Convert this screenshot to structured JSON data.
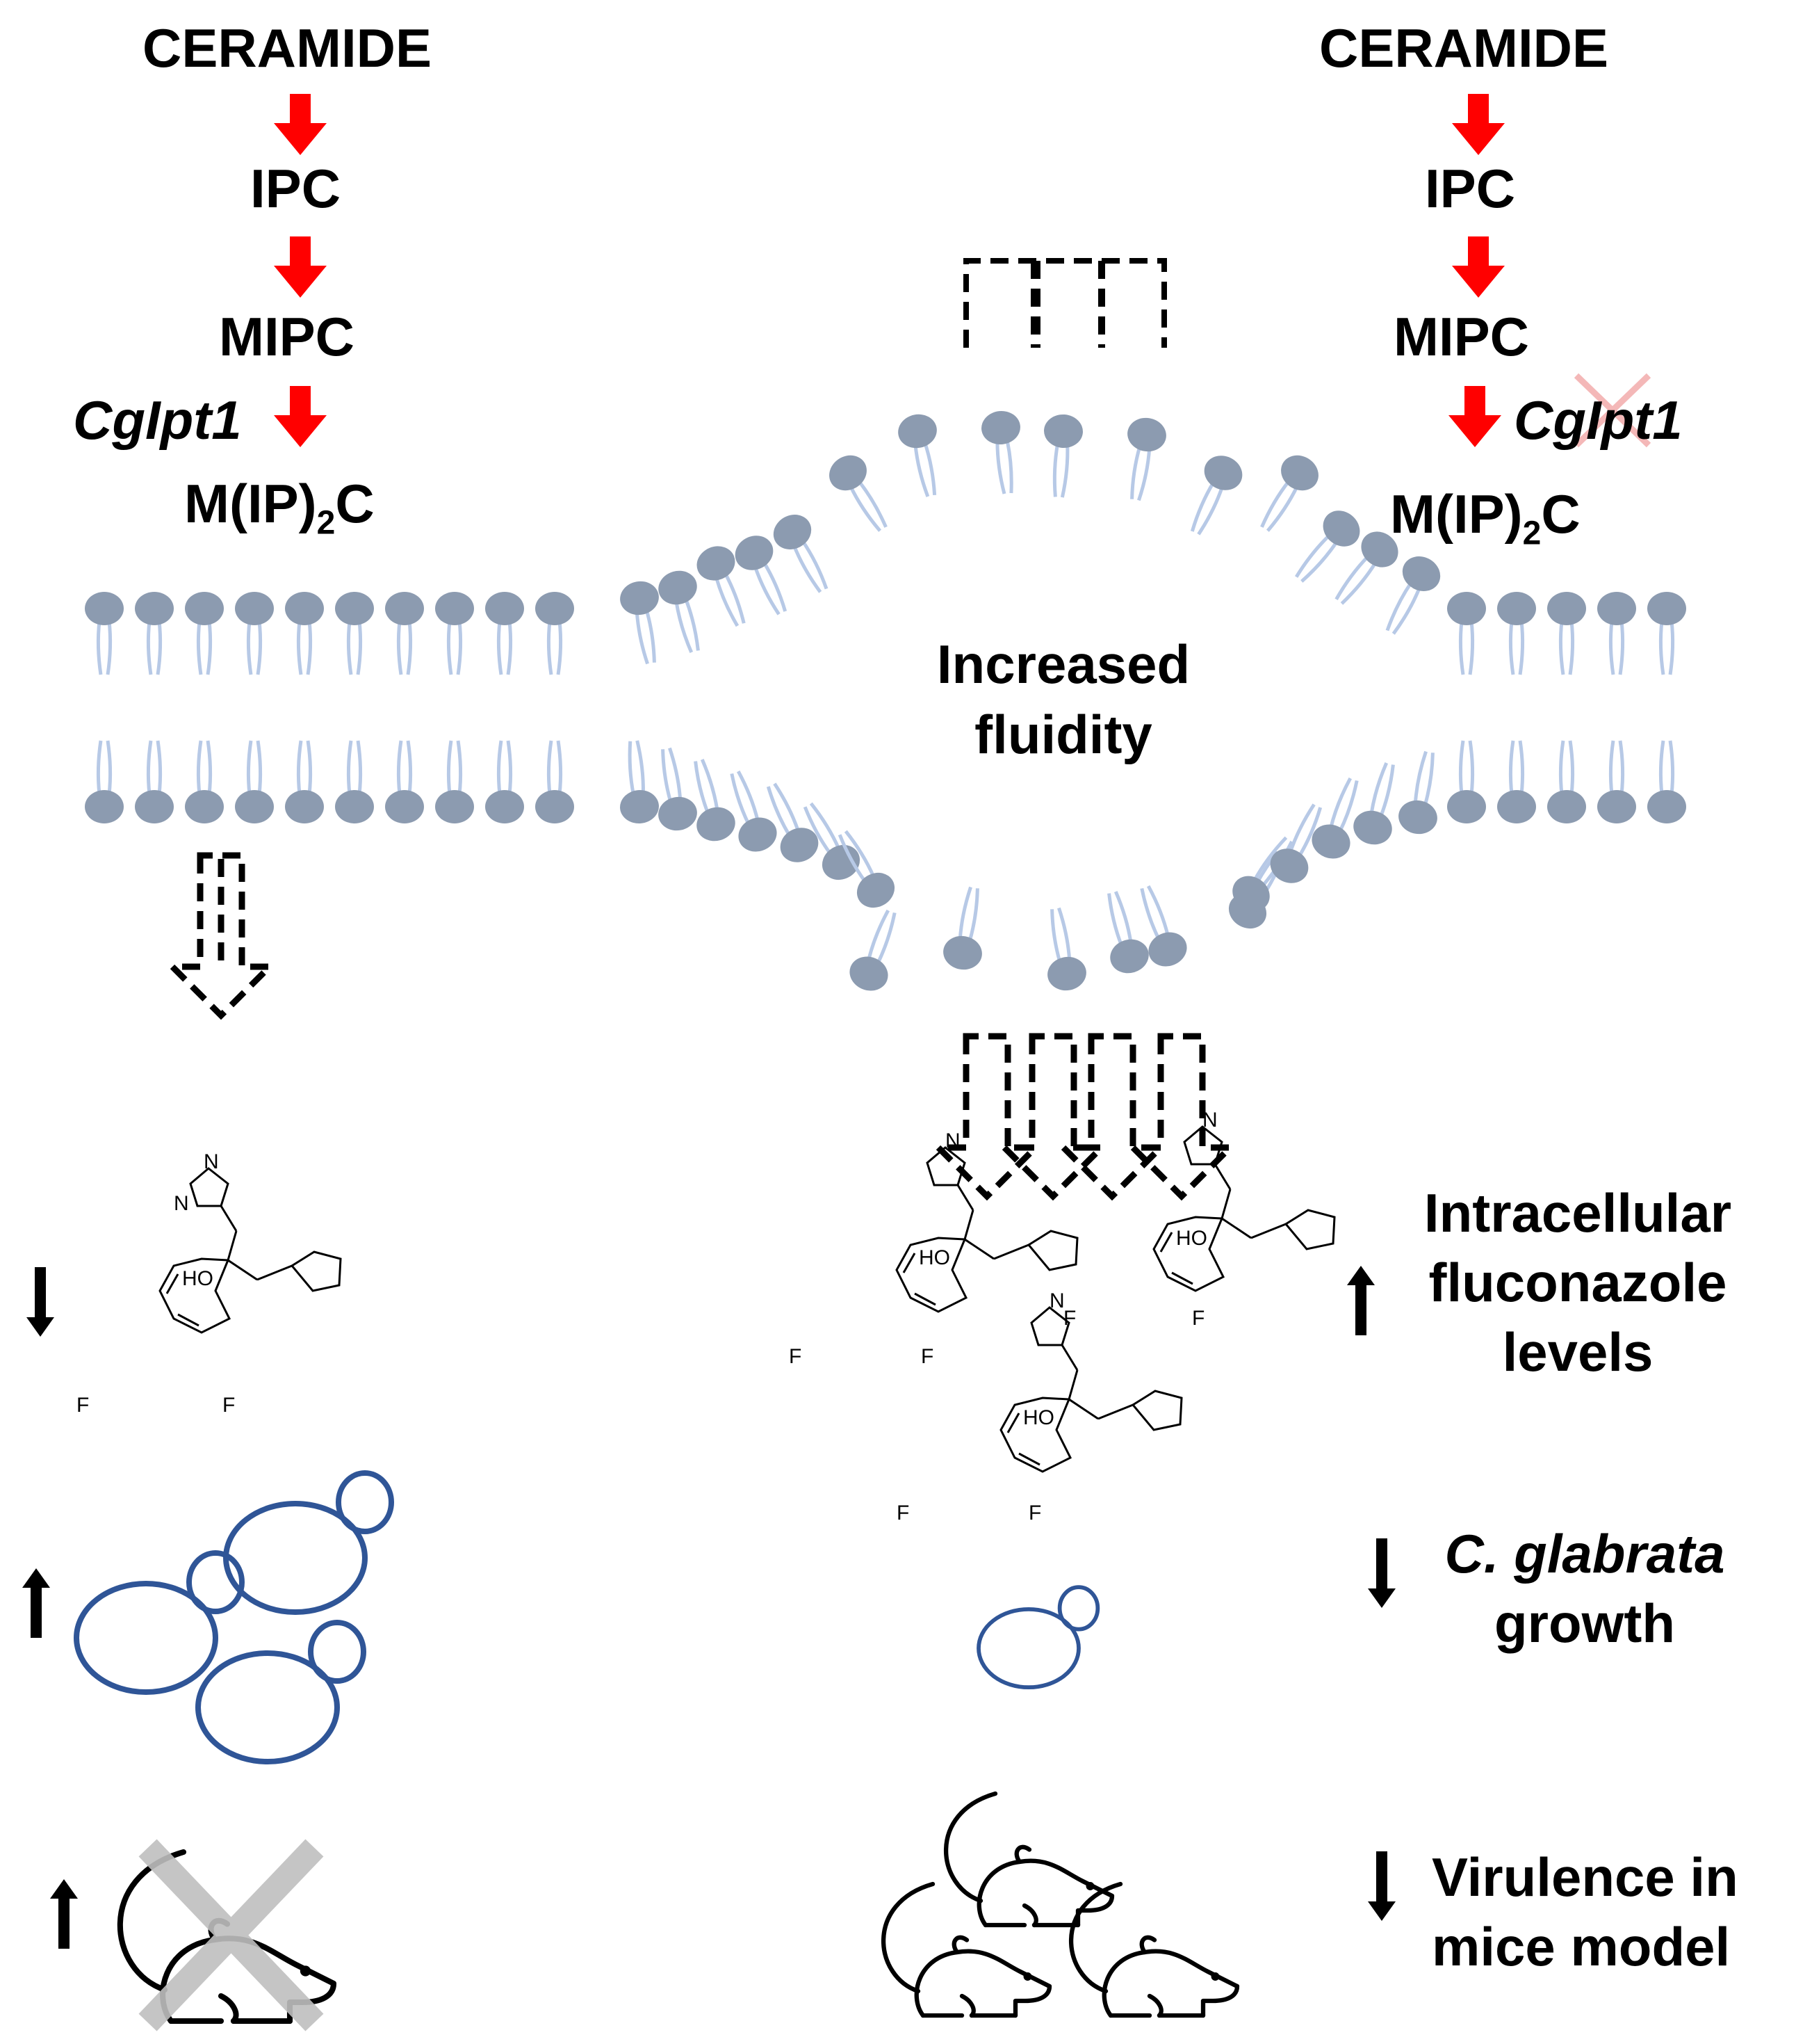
{
  "pathway_left": {
    "ceramide": "CERAMIDE",
    "ipc": "IPC",
    "mipc": "MIPC",
    "gene": "CgIpt1",
    "mip2c_prefix": "M(IP)",
    "mip2c_sub": "2",
    "mip2c_suffix": "C"
  },
  "pathway_right": {
    "ceramide": "CERAMIDE",
    "ipc": "IPC",
    "mipc": "MIPC",
    "gene": "CgIpt1",
    "mip2c_prefix": "M(IP)",
    "mip2c_sub": "2",
    "mip2c_suffix": "C"
  },
  "membrane": {
    "fluidity_line1": "Increased",
    "fluidity_line2": "fluidity"
  },
  "outcomes": {
    "fluconazole_line1": "Intracellular",
    "fluconazole_line2": "fluconazole",
    "fluconazole_line3": "levels",
    "growth_line1": "C. glabrata",
    "growth_line2": "growth",
    "virulence_line1": "Virulence in",
    "virulence_line2": "mice model"
  },
  "chem_atoms": {
    "n": "N",
    "n_dash": "N",
    "ho": "HO",
    "f": "F"
  },
  "colors": {
    "pathway_arrow": "#ff0000",
    "lipid_head": "#8c9bb0",
    "lipid_tail": "#b7c9e6",
    "yeast": "#2f5597",
    "cross": "#bfbfbf",
    "gene_deletion_cross": "#f4b8b8"
  },
  "icons": [
    "pathway-arrow-icon",
    "dashed-arrow-icon",
    "fluconazole-molecule-icon",
    "yeast-cell-icon",
    "mouse-icon",
    "cross-icon",
    "up-arrow-icon",
    "down-arrow-icon"
  ]
}
